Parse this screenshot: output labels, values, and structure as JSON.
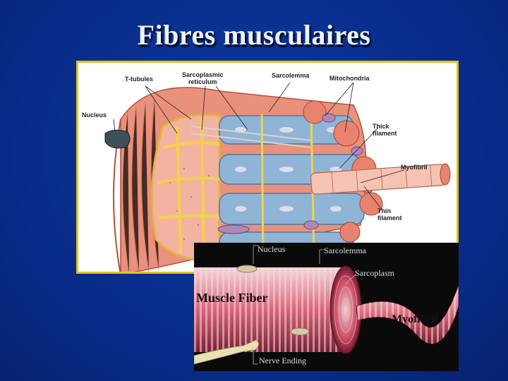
{
  "slide": {
    "title": "Fibres musculaires"
  },
  "diagram_top": {
    "labels": {
      "t_tubules": "T-tubules",
      "sarcoplasmic_reticulum": "Sarcoplasmic\nreticulum",
      "sarcolemma": "Sarcolemma",
      "mitochondria": "Mitochondria",
      "nucleus": "Nucleus",
      "thick_filament": "Thick\nfilament",
      "myofibril": "Myofibril",
      "thin_filament": "Thin\nfilament"
    }
  },
  "diagram_bottom": {
    "labels": {
      "nucleus": "Nucleus",
      "sarcolemma": "Sarcolemma",
      "sarcoplasm": "Sarcoplasm",
      "muscle_fiber": "Muscle Fiber",
      "myofibril": "Myofibril",
      "nerve_ending": "Nerve Ending"
    }
  },
  "colors": {
    "background": "#0a2f8f",
    "frame": "#e6c21a",
    "muscle": "#e8836f",
    "reticulum": "#8fb4d6",
    "tubule": "#f2d14a"
  }
}
